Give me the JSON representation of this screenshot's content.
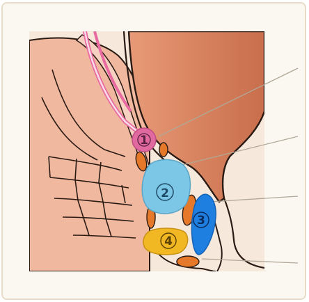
{
  "diagram": {
    "markers": [
      {
        "label": "1",
        "color": "#e06aa0"
      },
      {
        "label": "2",
        "color": "#7cc6e6"
      },
      {
        "label": "3",
        "color": "#1e7fe0"
      },
      {
        "label": "4",
        "color": "#f2b824"
      }
    ],
    "colors": {
      "tissue": "#f2b8a0",
      "tissue_dark": "#cf7a58",
      "skin": "#f6e6d6",
      "outline": "#2a1a14",
      "orange_node": "#e6782a",
      "leader": "#b0a898"
    }
  }
}
